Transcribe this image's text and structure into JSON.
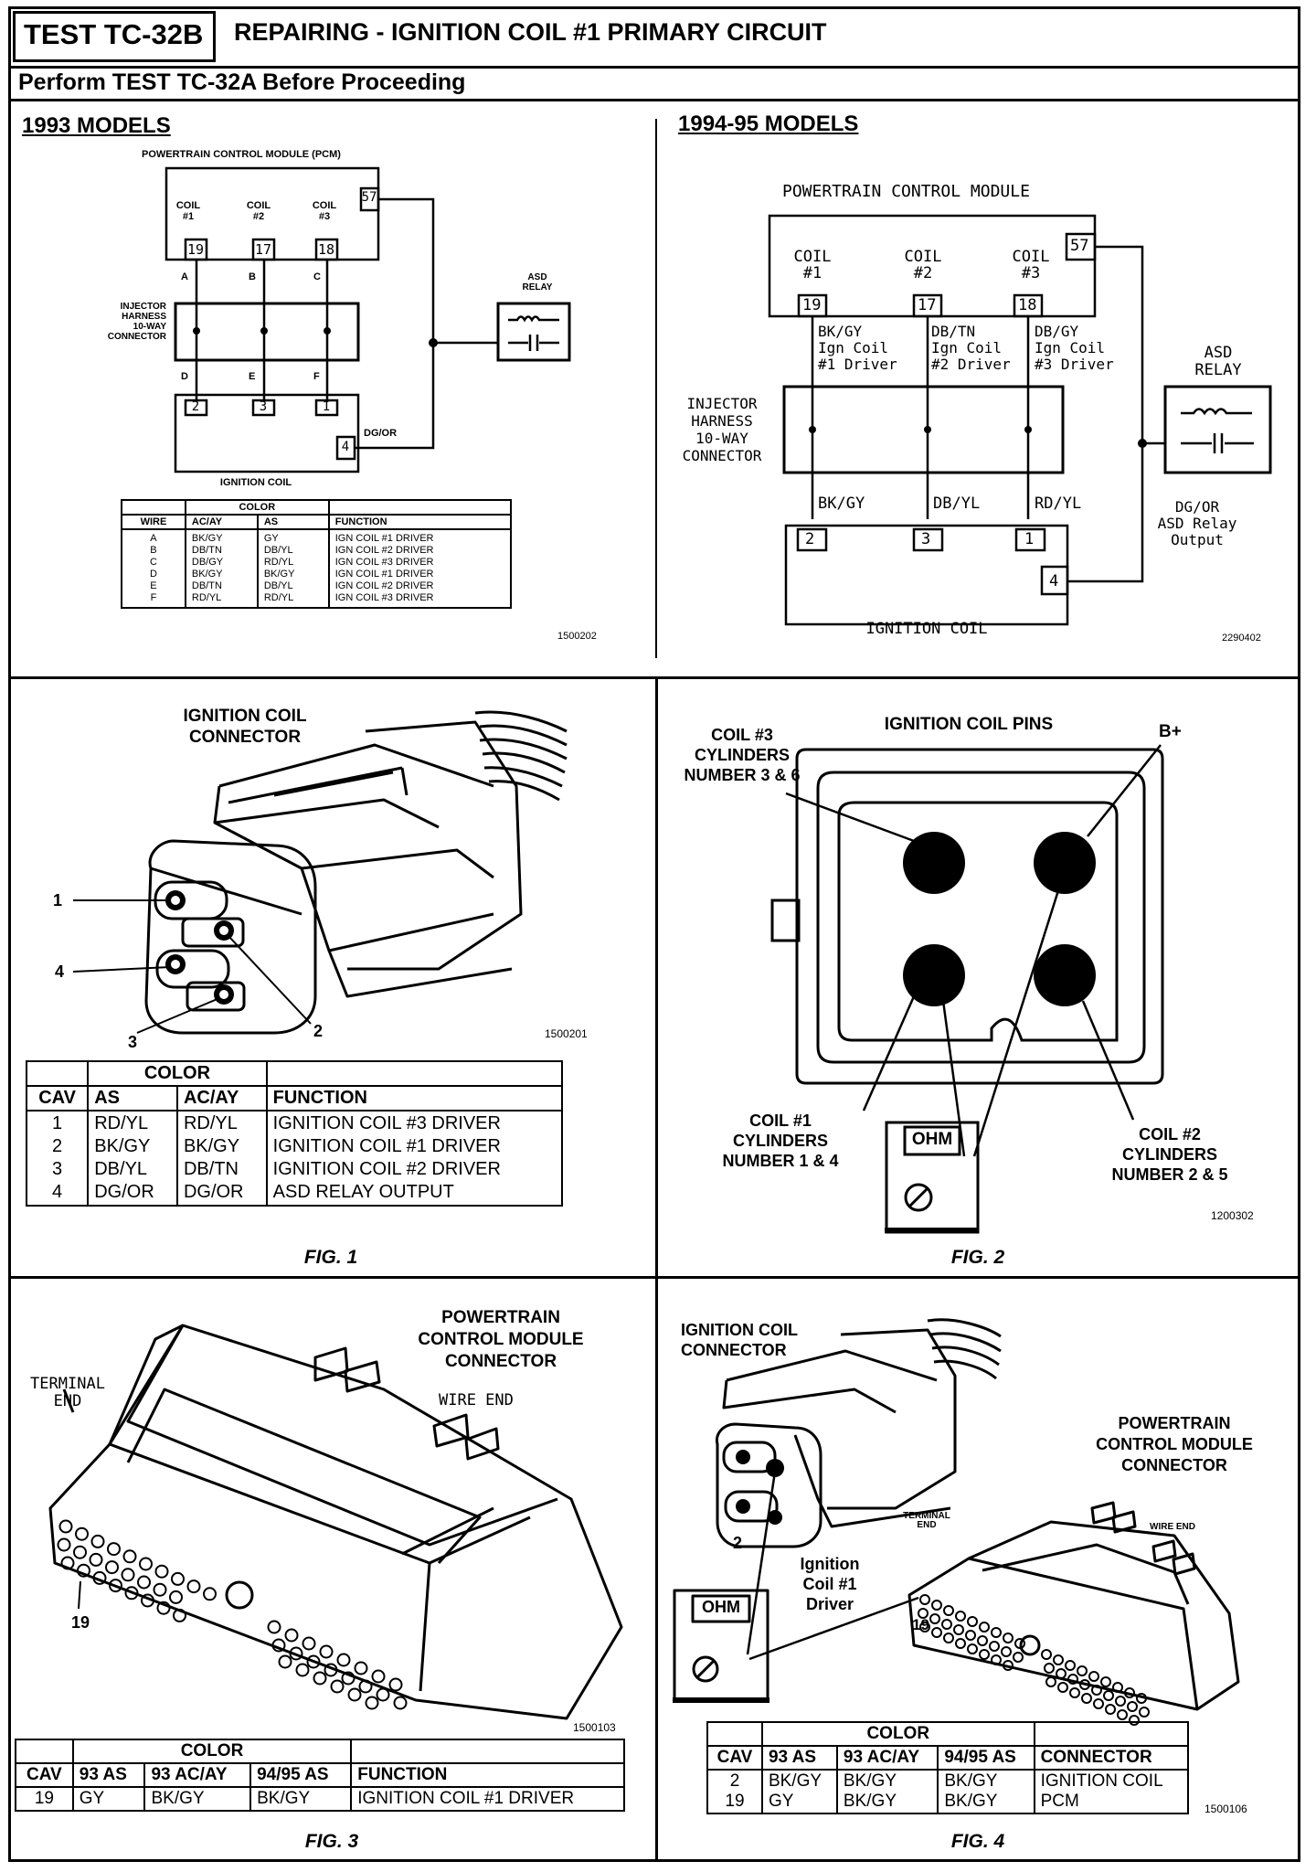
{
  "header": {
    "test_id": "TEST TC-32B",
    "title": "REPAIRING - IGNITION COIL #1 PRIMARY CIRCUIT",
    "subtitle": "Perform TEST TC-32A Before Proceeding"
  },
  "p1993": {
    "heading": "1993 MODELS",
    "pcm_label": "POWERTRAIN CONTROL MODULE (PCM)",
    "coils": [
      {
        "l1": "COIL",
        "l2": "#1",
        "pin": "19"
      },
      {
        "l1": "COIL",
        "l2": "#2",
        "pin": "17"
      },
      {
        "l1": "COIL",
        "l2": "#3",
        "pin": "18"
      }
    ],
    "pin57": "57",
    "wires_top": [
      "A",
      "B",
      "C"
    ],
    "wires_bottom": [
      "D",
      "E",
      "F"
    ],
    "injector_label": [
      "INJECTOR",
      "HARNESS",
      "10-WAY",
      "CONNECTOR"
    ],
    "asd_label": [
      "ASD",
      "RELAY"
    ],
    "coil_pins": [
      "2",
      "3",
      "1"
    ],
    "pin4": "4",
    "dg_or": "DG/OR",
    "ignition_coil": "IGNITION COIL",
    "table": {
      "color_header": "COLOR",
      "headers": [
        "WIRE",
        "AC/AY",
        "AS",
        "FUNCTION"
      ],
      "rows": [
        [
          "A",
          "BK/GY",
          "GY",
          "IGN COIL #1 DRIVER"
        ],
        [
          "B",
          "DB/TN",
          "DB/YL",
          "IGN COIL #2 DRIVER"
        ],
        [
          "C",
          "DB/GY",
          "RD/YL",
          "IGN COIL #3 DRIVER"
        ],
        [
          "D",
          "BK/GY",
          "BK/GY",
          "IGN COIL #1 DRIVER"
        ],
        [
          "E",
          "DB/TN",
          "DB/YL",
          "IGN COIL #2 DRIVER"
        ],
        [
          "F",
          "RD/YL",
          "RD/YL",
          "IGN COIL #3 DRIVER"
        ]
      ]
    },
    "ref": "1500202"
  },
  "p1994": {
    "heading": "1994-95 MODELS",
    "pcm_label": "POWERTRAIN CONTROL MODULE",
    "coils": [
      {
        "l1": "COIL",
        "l2": "#1",
        "pin": "19"
      },
      {
        "l1": "COIL",
        "l2": "#2",
        "pin": "17"
      },
      {
        "l1": "COIL",
        "l2": "#3",
        "pin": "18"
      }
    ],
    "pin57": "57",
    "wire_top": [
      {
        "l1": "BK/GY",
        "l2": "Ign Coil",
        "l3": "#1 Driver"
      },
      {
        "l1": "DB/TN",
        "l2": "Ign Coil",
        "l3": "#2 Driver"
      },
      {
        "l1": "DB/GY",
        "l2": "Ign Coil",
        "l3": "#3 Driver"
      }
    ],
    "injector_label": [
      "INJECTOR",
      "HARNESS",
      "10-WAY",
      "CONNECTOR"
    ],
    "wire_bottom": [
      "BK/GY",
      "DB/YL",
      "RD/YL"
    ],
    "asd_label": [
      "ASD",
      "RELAY"
    ],
    "dg_label": [
      "DG/OR",
      "ASD Relay",
      "Output"
    ],
    "coil_pins": [
      "2",
      "3",
      "1"
    ],
    "pin4": "4",
    "ignition_coil": "IGNITION COIL",
    "ref": "2290402"
  },
  "fig1": {
    "title": [
      "IGNITION COIL",
      "CONNECTOR"
    ],
    "callouts": [
      "1",
      "4",
      "3",
      "2"
    ],
    "ref": "1500201",
    "table": {
      "color_header": "COLOR",
      "headers": [
        "CAV",
        "AS",
        "AC/AY",
        "FUNCTION"
      ],
      "rows": [
        [
          "1",
          "RD/YL",
          "RD/YL",
          "IGNITION COIL #3 DRIVER"
        ],
        [
          "2",
          "BK/GY",
          "BK/GY",
          "IGNITION COIL #1 DRIVER"
        ],
        [
          "3",
          "DB/YL",
          "DB/TN",
          "IGNITION COIL #2 DRIVER"
        ],
        [
          "4",
          "DG/OR",
          "DG/OR",
          "ASD RELAY OUTPUT"
        ]
      ]
    },
    "caption": "FIG. 1"
  },
  "fig2": {
    "title": "IGNITION COIL PINS",
    "coil3": [
      "COIL #3",
      "CYLINDERS",
      "NUMBER 3 & 6"
    ],
    "bplus": "B+",
    "coil1": [
      "COIL #1",
      "CYLINDERS",
      "NUMBER 1 & 4"
    ],
    "coil2": [
      "COIL #2",
      "CYLINDERS",
      "NUMBER 2 & 5"
    ],
    "meter": "OHM",
    "ref": "1200302",
    "caption": "FIG. 2"
  },
  "fig3": {
    "title": [
      "POWERTRAIN",
      "CONTROL MODULE",
      "CONNECTOR"
    ],
    "terminal_end": [
      "TERMINAL",
      "END"
    ],
    "wire_end": "WIRE END",
    "pin_label": "19",
    "ref": "1500103",
    "table": {
      "color_header": "COLOR",
      "headers": [
        "CAV",
        "93 AS",
        "93 AC/AY",
        "94/95 AS",
        "FUNCTION"
      ],
      "rows": [
        [
          "19",
          "GY",
          "BK/GY",
          "BK/GY",
          "IGNITION COIL #1 DRIVER"
        ]
      ]
    },
    "caption": "FIG. 3"
  },
  "fig4": {
    "title": [
      "IGNITION COIL",
      "CONNECTOR"
    ],
    "pcm_title": [
      "POWERTRAIN",
      "CONTROL MODULE",
      "CONNECTOR"
    ],
    "terminal_end": [
      "TERMINAL",
      "END"
    ],
    "wire_end": "WIRE END",
    "pin2": "2",
    "driver": [
      "Ignition",
      "Coil #1",
      "Driver"
    ],
    "pin19": "19",
    "meter": "OHM",
    "ref": "1500106",
    "table": {
      "color_header": "COLOR",
      "headers": [
        "CAV",
        "93 AS",
        "93 AC/AY",
        "94/95 AS",
        "CONNECTOR"
      ],
      "rows": [
        [
          "2",
          "BK/GY",
          "BK/GY",
          "BK/GY",
          "IGNITION COIL"
        ],
        [
          "19",
          "GY",
          "BK/GY",
          "BK/GY",
          "PCM"
        ]
      ]
    },
    "caption": "FIG. 4"
  }
}
